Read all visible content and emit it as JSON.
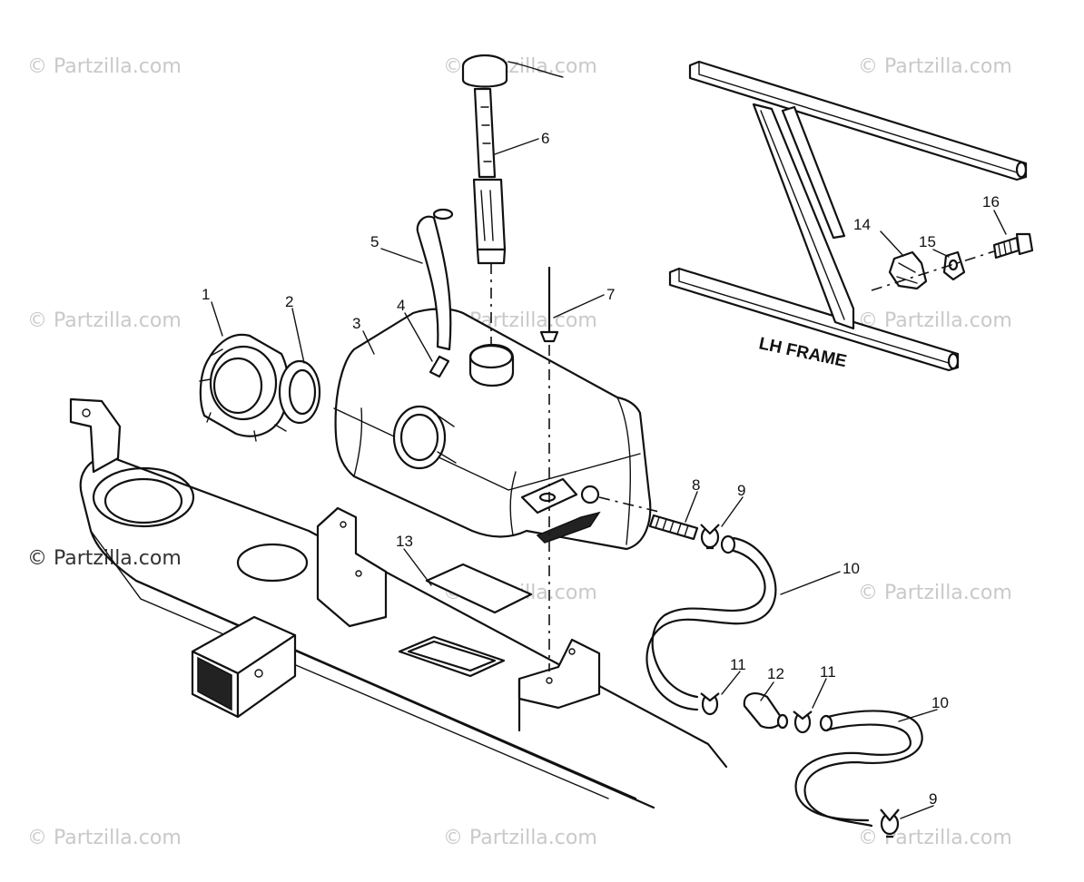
{
  "frame_label": "LH FRAME",
  "watermark": "© Partzilla.com",
  "callouts": {
    "c1": "1",
    "c2": "2",
    "c3": "3",
    "c4": "4",
    "c5": "5",
    "c6": "6",
    "c7": "7",
    "c8": "8",
    "c9a": "9",
    "c9b": "9",
    "c10a": "10",
    "c10b": "10",
    "c11a": "11",
    "c11b": "11",
    "c12": "12",
    "c13": "13",
    "c14": "14",
    "c15": "15",
    "c16": "16"
  }
}
